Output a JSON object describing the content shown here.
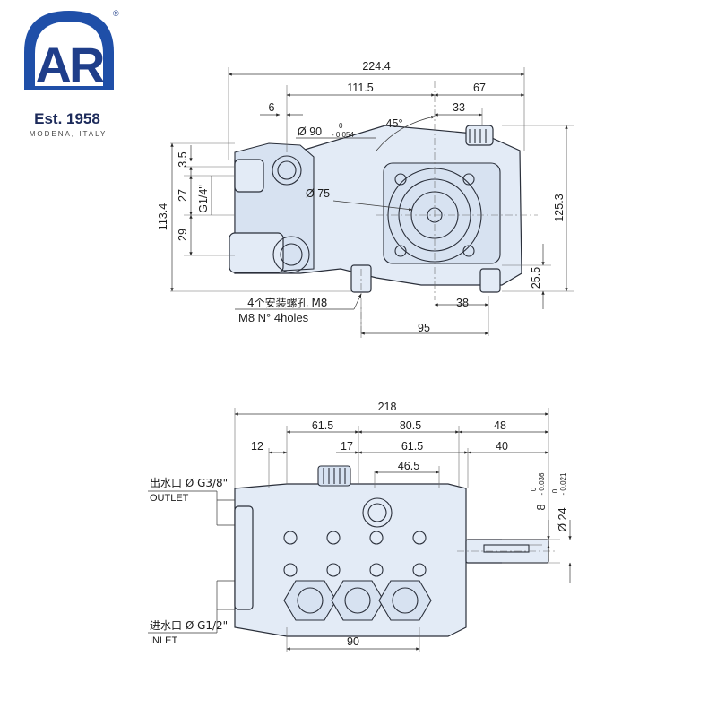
{
  "brand": {
    "logo_letters": "AR",
    "registered_mark": "®",
    "est": "Est. 1958",
    "location": "MODENA, ITALY",
    "brand_color": "#1f4fa8"
  },
  "top_view": {
    "dims": {
      "overall_length": "224.4",
      "front_to_shaft": "111.5",
      "shaft_to_rear": "67",
      "front_offset": "6",
      "flange_label": "Ø 90",
      "flange_tol_upper": "0",
      "flange_tol_lower": "- 0.054",
      "angle": "45°",
      "rear_offset": "33",
      "bolt_circle": "Ø 75",
      "small_height": "3.5",
      "port_spacing": "27",
      "port_thread": "G1/4\"",
      "lower_port": "29",
      "total_height_left": "113.4",
      "total_height_right": "125.3",
      "foot_height": "25.5",
      "foot_offset": "38",
      "mount_spacing": "95"
    },
    "mount_note_cn": "4个安装螺孔 M8",
    "mount_note_en": "M8 N° 4holes"
  },
  "bottom_view": {
    "dims": {
      "overall_length": "218",
      "seg_a": "61.5",
      "seg_b": "80.5",
      "seg_c": "48",
      "seg_d": "12",
      "seg_e": "17",
      "seg_f": "61.5",
      "seg_g": "40",
      "seg_h": "46.5",
      "inlet_width": "90",
      "key_width": "8",
      "key_tol_upper": "0",
      "key_tol_lower": "- 0.036",
      "shaft_dia": "Ø 24",
      "shaft_tol_upper": "0",
      "shaft_tol_lower": "- 0.021"
    },
    "outlet_cn": "出水口 Ø G3/8\"",
    "outlet_en": "OUTLET",
    "inlet_cn": "进水口 Ø G1/2\"",
    "inlet_en": "INLET"
  }
}
